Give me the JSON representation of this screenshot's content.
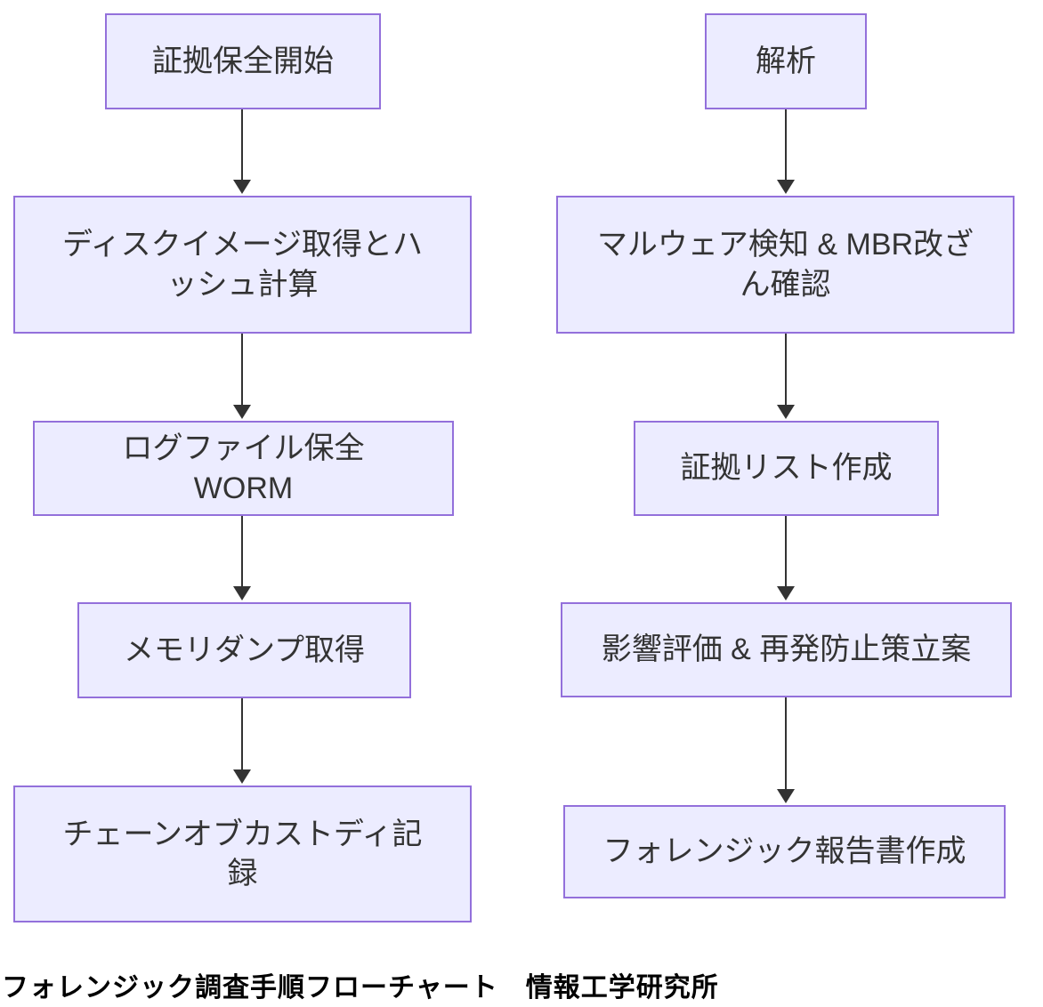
{
  "diagram": {
    "type": "flowchart",
    "orientation": "top-down",
    "caption": "フォレンジック調査手順フローチャート　情報工学研究所",
    "columns": [
      {
        "id": "evidence-preservation-flow",
        "nodes": [
          {
            "id": "L1",
            "label": "証拠保全開始"
          },
          {
            "id": "L2",
            "label": "ディスクイメージ取得とハッシュ計算"
          },
          {
            "id": "L3",
            "label": "ログファイル保全 WORM"
          },
          {
            "id": "L4",
            "label": "メモリダンプ取得"
          },
          {
            "id": "L5",
            "label": "チェーンオブカストディ記録"
          }
        ],
        "edges": [
          {
            "from": "L1",
            "to": "L2"
          },
          {
            "from": "L2",
            "to": "L3"
          },
          {
            "from": "L3",
            "to": "L4"
          },
          {
            "from": "L4",
            "to": "L5"
          }
        ]
      },
      {
        "id": "analysis-flow",
        "nodes": [
          {
            "id": "R1",
            "label": "解析"
          },
          {
            "id": "R2",
            "label": "マルウェア検知 & MBR改ざん確認"
          },
          {
            "id": "R3",
            "label": "証拠リスト作成"
          },
          {
            "id": "R4",
            "label": "影響評価 & 再発防止策立案"
          },
          {
            "id": "R5",
            "label": "フォレンジック報告書作成"
          }
        ],
        "edges": [
          {
            "from": "R1",
            "to": "R2"
          },
          {
            "from": "R2",
            "to": "R3"
          },
          {
            "from": "R3",
            "to": "R4"
          },
          {
            "from": "R4",
            "to": "R5"
          }
        ]
      }
    ],
    "colors": {
      "node_fill": "#ECECFF",
      "node_border": "#9370DB",
      "edge": "#333333",
      "node_text": "#333333",
      "caption_text": "#000000",
      "background": "#FFFFFF"
    }
  }
}
